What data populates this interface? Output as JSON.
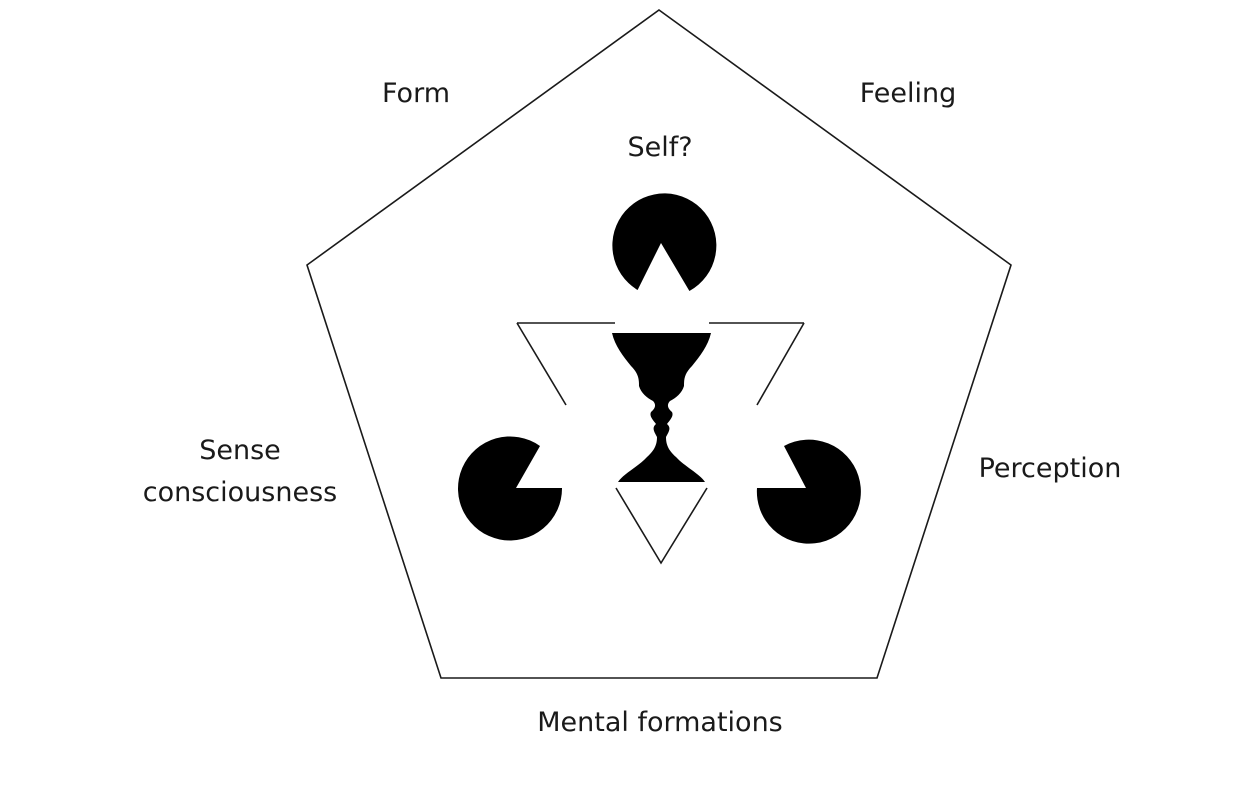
{
  "diagram": {
    "labels": {
      "form": "Form",
      "feeling": "Feeling",
      "self": "Self?",
      "sense_line1": "Sense",
      "sense_line2": "consciousness",
      "perception": "Perception",
      "mental_formations": "Mental formations"
    },
    "colors": {
      "background": "#ffffff",
      "stroke": "#1a1a1a",
      "fill": "#000000"
    },
    "icons": [
      "pacman-top",
      "pacman-left",
      "pacman-right",
      "rubin-vase-faces",
      "kanizsa-triangle"
    ]
  }
}
